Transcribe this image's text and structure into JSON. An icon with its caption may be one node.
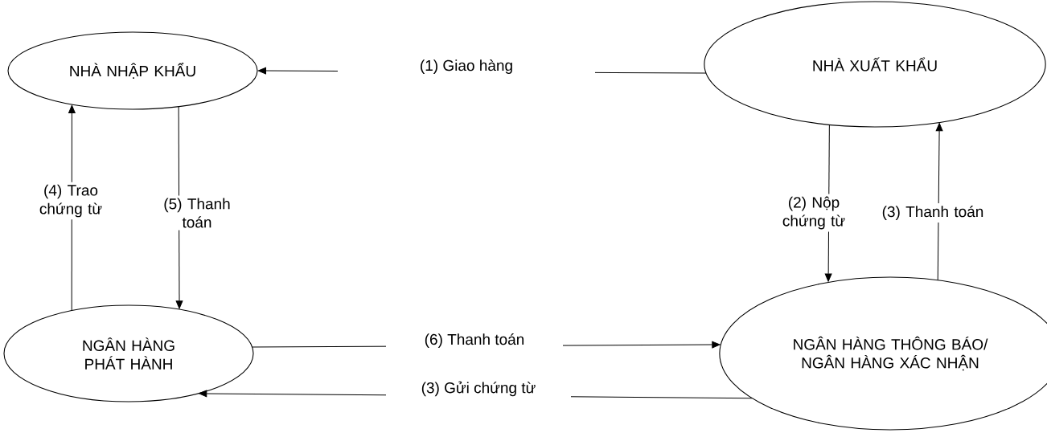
{
  "diagram": {
    "nodes": [
      {
        "text": [
          "NHÀ NHẬP KHẨU"
        ]
      },
      {
        "text": [
          "NHÀ XUẤT KHẨU"
        ]
      },
      {
        "text": [
          "NGÂN HÀNG PHÁT HÀNH"
        ]
      },
      {
        "text": [
          "NGÂN HÀNG THÔNG BÁO/ NGÂN HÀNG XÁC NHẬN"
        ]
      }
    ],
    "edges": [
      {
        "from": 1,
        "to": 0,
        "arrow": "to",
        "label": "(1) Giao hàng"
      },
      {
        "from": 1,
        "to": 3,
        "arrow": "to",
        "label": "(2) Nộp chứng từ"
      },
      {
        "from": 3,
        "to": 1,
        "arrow": "to",
        "label": "(3) Thanh toán"
      },
      {
        "from": 2,
        "to": 0,
        "arrow": "to",
        "label": "(4) Trao chứng từ"
      },
      {
        "from": 0,
        "to": 2,
        "arrow": "to",
        "label": "(5) Thanh toán"
      },
      {
        "from": 2,
        "to": 3,
        "arrow": "to",
        "label": "(6) Thanh toán"
      },
      {
        "from": 3,
        "to": 2,
        "arrow": "to",
        "label": "(3) Gửi chứng từ"
      }
    ]
  }
}
